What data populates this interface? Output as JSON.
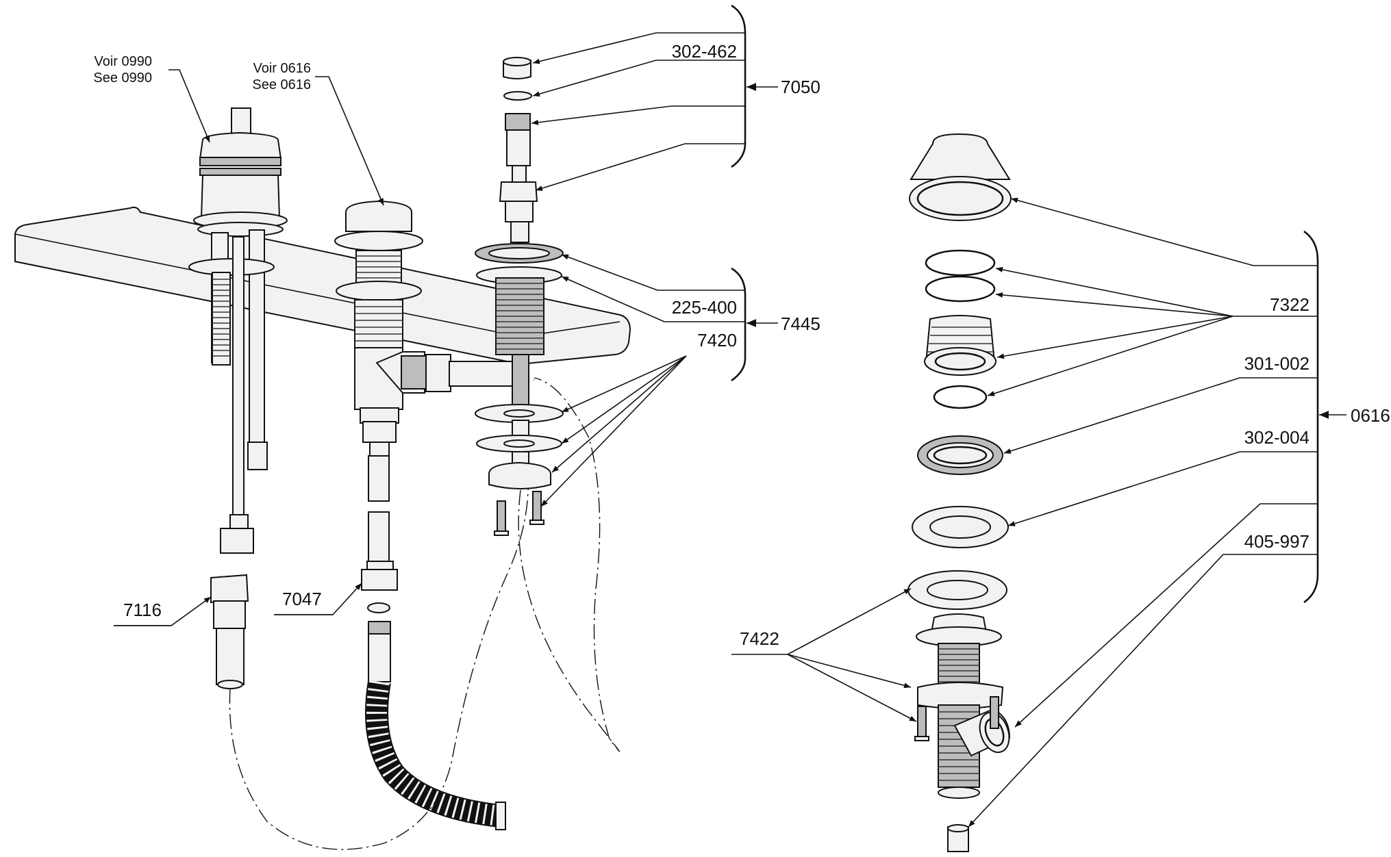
{
  "diagram": {
    "labels": {
      "see_0990_fr": "Voir 0990",
      "see_0990_en": "See 0990",
      "see_0616_fr": "Voir 0616",
      "see_0616_en": "See 0616",
      "p302_462": "302-462",
      "p7050": "7050",
      "p225_400": "225-400",
      "p7445": "7445",
      "p7420": "7420",
      "p7116": "7116",
      "p7047": "7047",
      "p7322": "7322",
      "p301_002": "301-002",
      "p0616": "0616",
      "p302_004": "302-004",
      "p405_997": "405-997",
      "p7422": "7422"
    }
  }
}
